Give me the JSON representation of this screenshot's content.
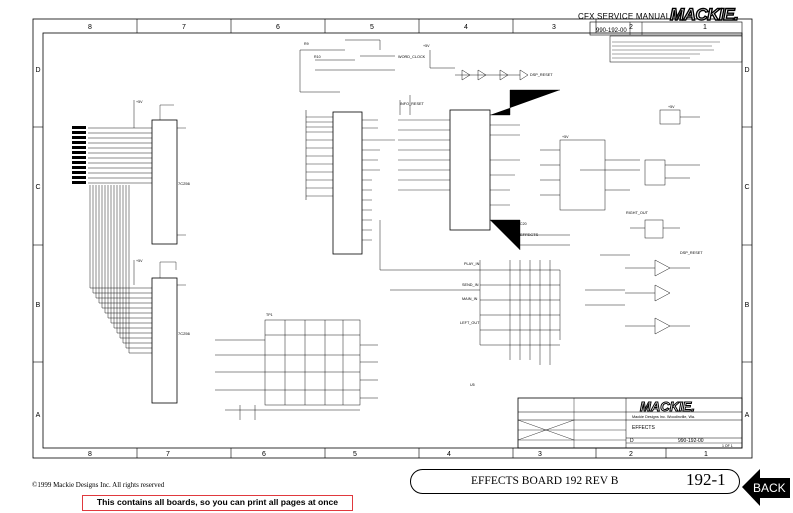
{
  "header": {
    "manual_title": "CFX SERVICE MANUAL",
    "brand": "MACKIE."
  },
  "frame": {
    "column_labels_top": [
      "8",
      "7",
      "6",
      "5",
      "4",
      "3",
      "2",
      "1"
    ],
    "column_labels_bottom": [
      "8",
      "7",
      "6",
      "5",
      "4",
      "3",
      "2",
      "1"
    ],
    "row_labels_left": [
      "D",
      "C",
      "B",
      "A"
    ],
    "row_labels_right": [
      "D",
      "C",
      "B",
      "A"
    ]
  },
  "revision_block": {
    "part_number": "990-192-00"
  },
  "schematic": {
    "section_label": "EFFECTS",
    "signals": [
      "DSP_RESET",
      "WORD_CLOCK",
      "INFO_RESET",
      "PLAY_IN",
      "SEND_IN",
      "MAIN_IN",
      "LEFT_OUT",
      "RIGHT_OUT",
      "DSP_RESET"
    ]
  },
  "title_block": {
    "brand": "MACKIE.",
    "company": "Mackie Designs Inc. Woodinville, Wa.",
    "drawing_title": "EFFECTS",
    "part_number": "990-192-00",
    "size": "D",
    "sheet": "1 OF 1"
  },
  "footer": {
    "copyright": "©1999 Mackie Designs Inc. All rights reserved",
    "notice": "This contains all boards, so you can print all pages at once",
    "board_name": "EFFECTS BOARD 192 REV B",
    "page_number": "192-1",
    "back_label": "BACK"
  }
}
